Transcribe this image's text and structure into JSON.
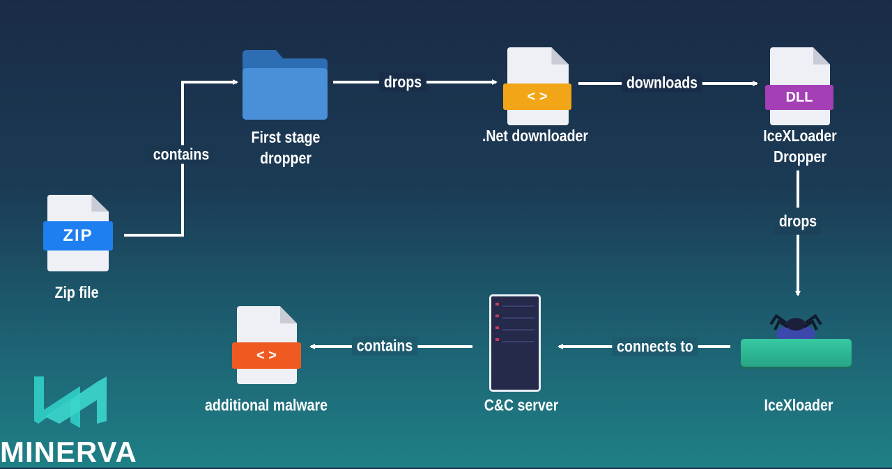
{
  "nodes": {
    "zip": {
      "label": "Zip file",
      "badge": "ZIP"
    },
    "dropper": {
      "label_line1": "First stage",
      "label_line2": "dropper"
    },
    "net": {
      "label": ".Net downloader",
      "badge": "< >"
    },
    "dll": {
      "label_line1": "IceXLoader",
      "label_line2": "Dropper",
      "badge": "DLL"
    },
    "icexloader": {
      "label": "IceXloader"
    },
    "cnc": {
      "label": "C&C server"
    },
    "malware": {
      "label": "additional malware",
      "badge": "< >"
    }
  },
  "edges": {
    "zip_to_dropper": "contains",
    "dropper_to_net": "drops",
    "net_to_dll": "downloads",
    "dll_to_icex": "drops",
    "icex_to_cnc": "connects to",
    "cnc_to_malware": "contains"
  },
  "brand": {
    "name": "MINERVA"
  },
  "colors": {
    "zip": "#1e7ff0",
    "code": "#f2a516",
    "dll": "#a43fb5",
    "malware": "#f05a22",
    "folder": "#4a90d9",
    "bar": "#2fb394"
  }
}
